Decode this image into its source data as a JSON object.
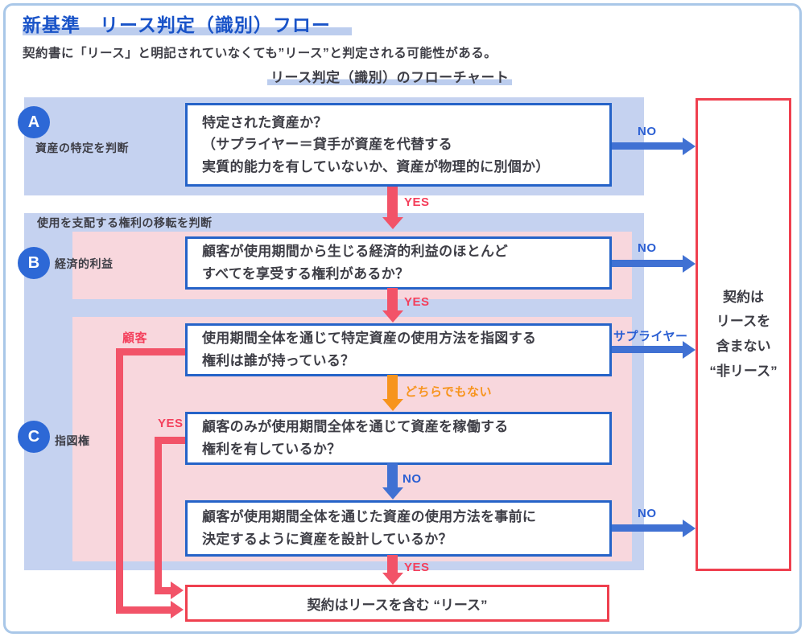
{
  "header": {
    "title": "新基準　リース判定（識別）フロー",
    "subtitle": "契約書に「リース」と明記されていなくても”リース”と判定される可能性がある。",
    "flow_heading": "リース判定（識別）のフローチャート"
  },
  "sections": {
    "a": {
      "badge": "A",
      "label": "資産の特定を判断"
    },
    "bc_header": "使用を支配する権利の移転を判断",
    "b": {
      "badge": "B",
      "label": "経済的利益"
    },
    "c": {
      "badge": "C",
      "label": "指図権"
    }
  },
  "boxes": {
    "q_a": "特定された資産か？\n（サプライヤー＝貸手が資産を代替する\n実質的能力を有していないか、資産が物理的に別個か）",
    "q_b": "顧客が使用期間から生じる経済的利益のほとんど\nすべてを享受する権利があるか？",
    "q_c1": "使用期間全体を通じて特定資産の使用方法を指図する\n権利は誰が持っている？",
    "q_c2": "顧客のみが使用期間全体を通じて資産を稼働する\n権利を有しているか？",
    "q_c3": "顧客が使用期間全体を通じた資産の使用方法を事前に\n決定するように資産を設計しているか？",
    "result_lease": "契約はリースを含む “リース”",
    "result_non_lease": "契約は\nリースを\n含まない\n“非リース”"
  },
  "labels": {
    "no_a": "NO",
    "yes_a_b": "YES",
    "no_b": "NO",
    "yes_b_c": "YES",
    "supplier": "サプライヤー",
    "customer": "顧客",
    "neither": "どちらでもない",
    "yes_c2": "YES",
    "no_c2_c3": "NO",
    "no_c3": "NO",
    "yes_c3": "YES"
  },
  "colors": {
    "title_blue": "#1953C8",
    "highlight": "#BCCDEE",
    "panel_blue": "#C5D2F0",
    "panel_pink": "#F8D7DD",
    "badge_blue": "#2D68D6",
    "box_border_blue": "#2563C8",
    "arrow_blue": "#4071D3",
    "arrow_red": "#F25368",
    "result_border_red": "#EF404F",
    "arrow_orange": "#F7941D",
    "text_dark": "#3E3E46"
  }
}
